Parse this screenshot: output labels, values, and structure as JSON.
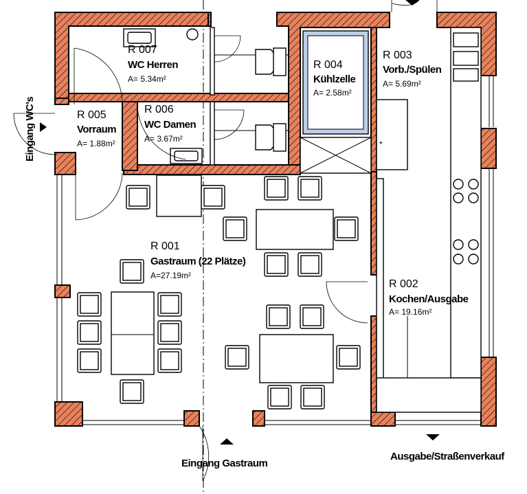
{
  "rooms": [
    {
      "number": "R 001",
      "name": "Gastraum (22 Plätze)",
      "area": "A=27.19m²"
    },
    {
      "number": "R 002",
      "name": "Kochen/Ausgabe",
      "area": "A= 19.16m²"
    },
    {
      "number": "R 003",
      "name": "Vorb./Spülen",
      "area": "A=  5.69m²"
    },
    {
      "number": "R 004",
      "name": "Kühlzelle",
      "area": "A=  2.58m²"
    },
    {
      "number": "R 005",
      "name": "Vorraum",
      "area": "A=  1.88m²"
    },
    {
      "number": "R 006",
      "name": "WC Damen",
      "area": "A=  3.67m²"
    },
    {
      "number": "R 007",
      "name": "WC Herren",
      "area": "A=  5.34m²"
    }
  ],
  "entrances": {
    "wc": "Eingang WC's",
    "guest": "Eingang Gastraum",
    "street": "Ausgabe/Straßenverkauf"
  },
  "colors": {
    "wall": "#e8825c",
    "outline": "#000000",
    "cooler": "#bcd0e6"
  }
}
